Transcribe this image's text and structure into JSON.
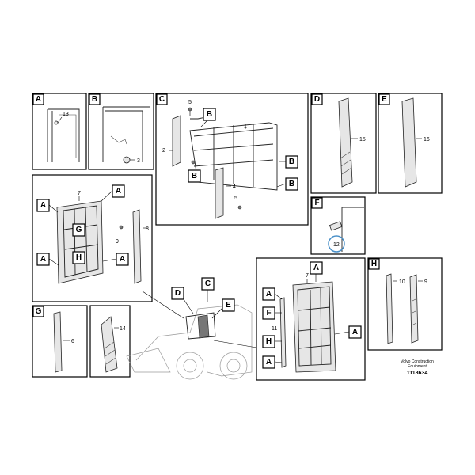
{
  "panels": {
    "A": {
      "label": "A",
      "callouts": [
        "13"
      ]
    },
    "B": {
      "label": "B",
      "callouts": [
        "3"
      ]
    },
    "C": {
      "label": "C",
      "callouts": [
        "5",
        "1",
        "2",
        "5",
        "4"
      ],
      "tags": [
        "B",
        "B",
        "B",
        "B"
      ]
    },
    "D": {
      "label": "D",
      "callouts": [
        "15"
      ]
    },
    "E": {
      "label": "E",
      "callouts": [
        "16"
      ]
    },
    "F": {
      "label": "F",
      "callouts": [
        "12"
      ]
    },
    "left_detail": {
      "callouts": [
        "7",
        "8",
        "9"
      ],
      "tags": [
        "A",
        "A",
        "G",
        "H",
        "A",
        "A"
      ]
    },
    "G": {
      "label": "G",
      "callouts": [
        "6"
      ]
    },
    "small_14": {
      "callouts": [
        "14"
      ]
    },
    "center": {
      "tags": [
        "C",
        "D",
        "E"
      ]
    },
    "right_detail": {
      "callouts": [
        "7",
        "11"
      ],
      "tags": [
        "A",
        "A",
        "F",
        "H",
        "A",
        "A"
      ]
    },
    "H": {
      "label": "H",
      "callouts": [
        "10",
        "9"
      ]
    }
  },
  "caption": {
    "line1": "Volvo Construction",
    "line2": "Equipment",
    "id": "1118634"
  },
  "colors": {
    "line": "#000000",
    "highlight": "#4a90c8",
    "machine": "#9a9a9a"
  }
}
